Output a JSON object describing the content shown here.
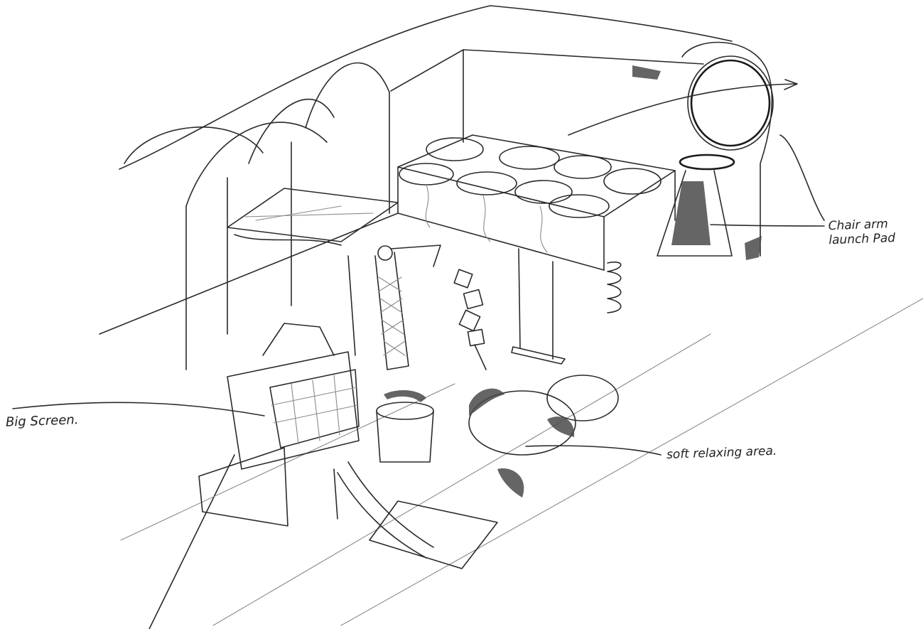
{
  "annotations": {
    "big_screen": "Big Screen.",
    "soft_area": "soft relaxing area.",
    "chair_arm": "Chair arm launch Pad"
  },
  "colors": {
    "ink": "#2a2a2a",
    "paper": "#ffffff"
  }
}
